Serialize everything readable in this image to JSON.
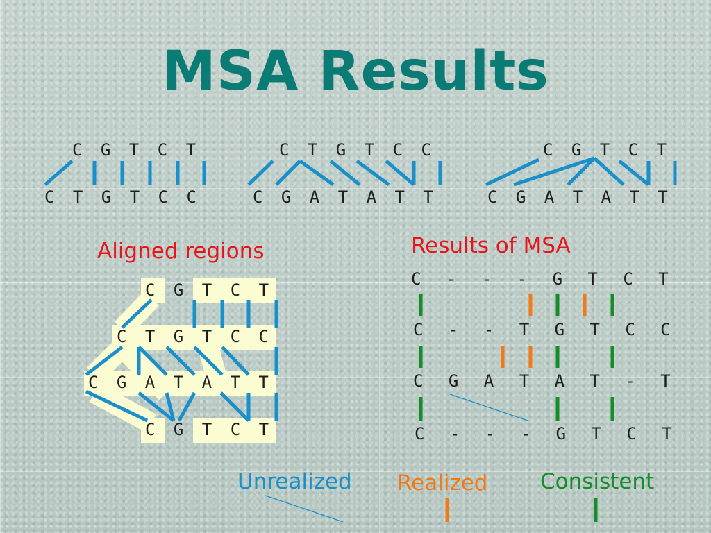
{
  "title": "MSA Results",
  "pairwise": [
    {
      "top": "C G T C T",
      "bottom": "C T G T C C"
    },
    {
      "top": "C T G T C C",
      "bottom": "C G A T A T T"
    },
    {
      "top": "C G T C T",
      "bottom": "C G A T A T T"
    }
  ],
  "aligned_regions": {
    "label": "Aligned regions",
    "rows": [
      "C G T C T",
      "C T G T C C",
      "C G A T A T T",
      "C G T C T"
    ]
  },
  "msa": {
    "label": "Results of MSA",
    "rows": [
      "C - - - G T C T",
      "C - - T G T C C",
      "C G A T A T - T",
      "C - - - G T C T"
    ]
  },
  "legend": {
    "unrealized": "Unrealized",
    "realized": "Realized",
    "consistent": "Consistent"
  },
  "colors": {
    "title": "#0b7b75",
    "line_blue": "#1a8fc9",
    "realized": "#f07a1a",
    "consistent": "#168c2a",
    "red_label": "#e8141c",
    "highlight": "#fbfcd1"
  }
}
